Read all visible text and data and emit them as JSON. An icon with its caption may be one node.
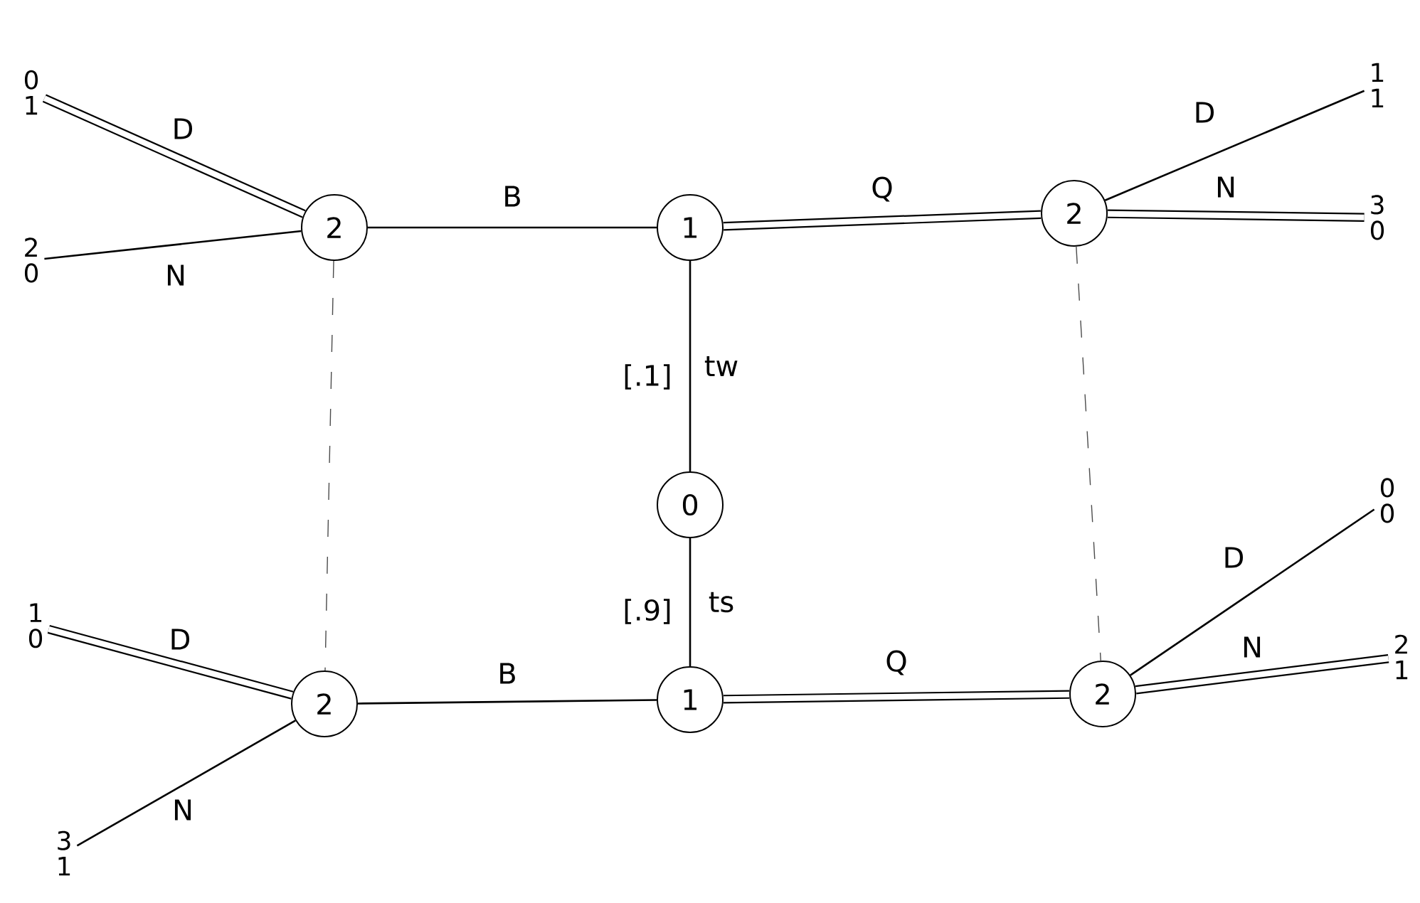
{
  "diagram": {
    "nodes": [
      {
        "text": [
          "2"
        ]
      },
      {
        "text": [
          "1"
        ]
      },
      {
        "text": [
          "2"
        ]
      },
      {
        "text": [
          "0"
        ]
      },
      {
        "text": [
          "2"
        ]
      },
      {
        "text": [
          "1"
        ]
      },
      {
        "text": [
          "2"
        ]
      },
      {
        "text": [
          "0 1"
        ]
      },
      {
        "text": [
          "2 0"
        ]
      },
      {
        "text": [
          "1 1"
        ]
      },
      {
        "text": [
          "3 0"
        ]
      },
      {
        "text": [
          "1 0"
        ]
      },
      {
        "text": [
          "3 1"
        ]
      },
      {
        "text": [
          "0 0"
        ]
      },
      {
        "text": [
          "2 1"
        ]
      }
    ],
    "edges": [
      {
        "from": 7,
        "to": 0,
        "arrow": "none",
        "label": "D",
        "style": "thick"
      },
      {
        "from": 8,
        "to": 0,
        "arrow": "none",
        "label": "N"
      },
      {
        "from": 0,
        "to": 1,
        "arrow": "none",
        "label": "B"
      },
      {
        "from": 1,
        "to": 2,
        "arrow": "none",
        "label": "Q",
        "style": "thick"
      },
      {
        "from": 2,
        "to": 9,
        "arrow": "none",
        "label": "D"
      },
      {
        "from": 2,
        "to": 10,
        "arrow": "none",
        "label": "N",
        "style": "thick"
      },
      {
        "from": 1,
        "to": 3,
        "arrow": "none",
        "label": "tw"
      },
      {
        "from": 3,
        "to": 5,
        "arrow": "none",
        "label": "ts"
      },
      {
        "from": 0,
        "to": 4,
        "arrow": "none",
        "style": "dashed"
      },
      {
        "from": 2,
        "to": 6,
        "arrow": "none",
        "style": "dashed"
      },
      {
        "from": 11,
        "to": 4,
        "arrow": "none",
        "label": "D",
        "style": "thick"
      },
      {
        "from": 12,
        "to": 4,
        "arrow": "none",
        "label": "N"
      },
      {
        "from": 4,
        "to": 5,
        "arrow": "none",
        "label": "B"
      },
      {
        "from": 5,
        "to": 6,
        "arrow": "none",
        "label": "Q",
        "style": "thick"
      },
      {
        "from": 6,
        "to": 13,
        "arrow": "none",
        "label": "D"
      },
      {
        "from": 6,
        "to": 14,
        "arrow": "none",
        "label": "N",
        "style": "thick"
      }
    ],
    "labels": [
      "[.1]",
      "[.9]"
    ]
  }
}
